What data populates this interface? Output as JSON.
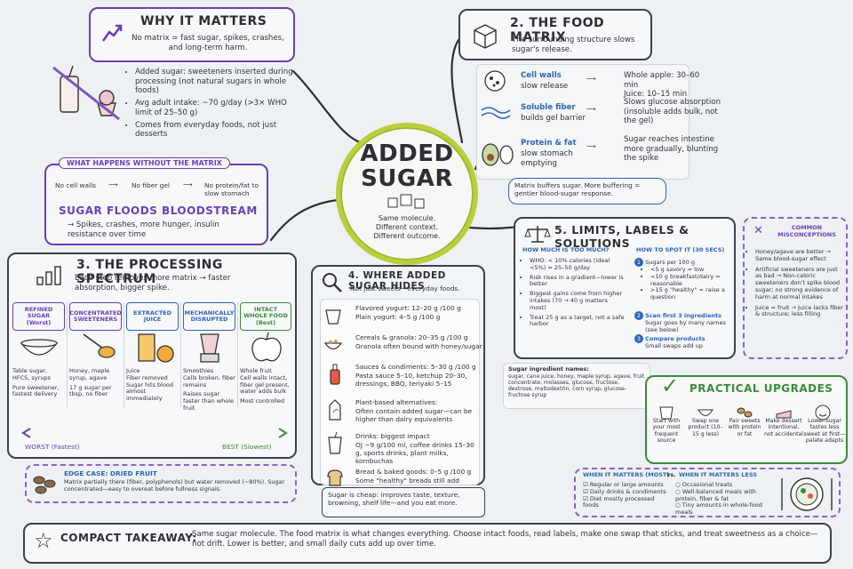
{
  "center": {
    "title_line1": "ADDED",
    "title_line2": "SUGAR",
    "sub1": "Same molecule.",
    "sub2": "Different context.",
    "sub3": "Different outcome."
  },
  "why": {
    "title": "WHY IT MATTERS",
    "lead": "No matrix = fast sugar, spikes, crashes, and long-term harm.",
    "bullets": [
      "Added sugar: sweeteners inserted during processing (not natural sugars in whole foods)",
      "Avg adult intake: ~70 g/day (>3× WHO limit of 25–50 g)",
      "Comes from everyday foods, not just desserts"
    ]
  },
  "without": {
    "title": "WHAT HAPPENS WITHOUT THE MATRIX",
    "steps": [
      "No cell walls",
      "No fiber gel",
      "No protein/fat to slow stomach"
    ],
    "flood": "SUGAR FLOODS BLOODSTREAM",
    "flood_sub": "→ Spikes, crashes, more hunger, insulin resistance over time"
  },
  "matrix": {
    "title": "2. THE FOOD MATRIX",
    "lead": "The surrounding structure slows sugar's release.",
    "rows": [
      {
        "name": "Cell walls",
        "desc": "slow release",
        "effect": "Whole apple: 30–60 min\nJuice: 10–15 min"
      },
      {
        "name": "Soluble fiber",
        "desc": "builds gel barrier",
        "effect": "Slows glucose absorption (insoluble adds bulk, not the gel)"
      },
      {
        "name": "Protein & fat",
        "desc": "slow stomach emptying",
        "effect": "Sugar reaches intestine more gradually, blunting the spike"
      }
    ],
    "buffer": "Matrix buffers sugar. More buffering = gentler blood-sugar response."
  },
  "processing": {
    "title": "3. THE PROCESSING SPECTRUM",
    "lead": "Each step removes more matrix → faster absorption, bigger spike.",
    "cols": [
      {
        "head": "REFINED SUGAR (Worst)",
        "l1": "Table sugar, HFCS, syrups",
        "l2": "Pure sweetener, fastest delivery"
      },
      {
        "head": "CONCENTRATED SWEETENERS",
        "l1": "Honey, maple syrup, agave",
        "l2": "17 g sugar per tbsp, no fiber"
      },
      {
        "head": "EXTRACTED JUICE",
        "l1": "Juice",
        "l2": "Fiber removed",
        "l3": "Sugar hits blood almost immediately"
      },
      {
        "head": "MECHANICALLY DISRUPTED",
        "l1": "Smoothies",
        "l2": "Cells broken, fiber remains",
        "l3": "Raises sugar faster than whole fruit"
      },
      {
        "head": "INTACT WHOLE FOOD (Best)",
        "l1": "Whole fruit",
        "l2": "Cell walls intact, fiber gel present, water adds bulk",
        "l3": "Most controlled"
      }
    ],
    "worst": "WORST (Fastest)",
    "best": "BEST (Slowest)"
  },
  "edge": {
    "title": "EDGE CASE: DRIED FRUIT",
    "text": "Matrix partially there (fiber, polyphenols) but water removed (~80%). Sugar concentrated—easy to overeat before fullness signals."
  },
  "hides": {
    "title": "4. WHERE ADDED SUGAR HIDES",
    "lead": "Not just sweets—everyday foods.",
    "items": [
      {
        "a": "Flavored yogurt: 12–20 g /100 g",
        "b": "Plain yogurt: 4–5 g /100 g"
      },
      {
        "a": "Cereals & granola: 20–35 g /100 g",
        "b": "Granola often bound with honey/sugar"
      },
      {
        "a": "Sauces & condiments: 5–30 g /100 g",
        "b": "Pasta sauce 5–10, ketchup 20–30, dressings, BBQ, teriyaki 5–15"
      },
      {
        "a": "Plant-based alternatives:",
        "b": "Often contain added sugar—can be higher than dairy equivalents"
      },
      {
        "a": "Drinks: biggest impact",
        "b": "OJ ~9 g/100 ml, coffee drinks 15–30 g, sports drinks, plant milks, kombuchas"
      },
      {
        "a": "Bread & baked goods: 0–5 g /100 g",
        "b": "Some \"healthy\" breads still add sugar"
      }
    ],
    "footer": "Sugar is cheap: improves taste, texture, browning, shelf life—and you eat more."
  },
  "limits": {
    "title": "5. LIMITS, LABELS & SOLUTIONS",
    "much_head": "HOW MUCH IS TOO MUCH?",
    "much": [
      "WHO: < 10% calories (ideal <5%) ≈ 25–50 g/day",
      "Risk rises in a gradient—lower is better",
      "Biggest gains come from higher intakes (70 → 40 g matters most)",
      "Treat 25 g as a target, not a safe harbor"
    ],
    "spot_head": "HOW TO SPOT IT (30 SECS)",
    "spot1": "Sugars per 100 g",
    "spot1_list": [
      "<5 g savory = low",
      "<10 g breakfast/dairy = reasonable",
      ">15 g \"healthy\" = raise a question"
    ],
    "spot2": "Scan first 3 ingredients",
    "spot2_sub": "Sugar goes by many names (see below)",
    "spot3": "Compare products",
    "spot3_sub": "Small swaps add up",
    "names_head": "Sugar ingredient names:",
    "names": "sugar, cane juice, honey, maple syrup, agave, fruit concentrate, molasses, glucose, fructose, dextrose, maltodextrin, corn syrup, glucose-fructose syrup"
  },
  "miscon": {
    "title": "COMMON MISCONCEPTIONS",
    "items": [
      "Honey/agave are better → Same blood-sugar effect",
      "Artificial sweeteners are just as bad → Non-caloric sweeteners don't spike blood sugar; no strong evidence of harm at normal intakes",
      "Juice = fruit → Juice lacks fiber & structure; less filling"
    ]
  },
  "upgrades": {
    "title": "PRACTICAL UPGRADES",
    "items": [
      "Start with your most frequent source",
      "Swap one product (10–15 g less)",
      "Pair sweets with protein or fat",
      "Make dessert intentional, not accidental",
      "Lower-sugar tastes less sweet at first—palate adapts"
    ]
  },
  "when": {
    "head_most": "WHEN IT MATTERS (MOST)",
    "vs": "vs.",
    "head_less": "WHEN IT MATTERS LESS",
    "most": [
      "Regular or large amounts",
      "Daily drinks & condiments",
      "Diet mostly processed foods"
    ],
    "less": [
      "Occasional treats",
      "Well-balanced meals with protein, fiber & fat",
      "Tiny amounts in whole-food meals"
    ]
  },
  "takeaway": {
    "title": "COMPACT TAKEAWAY:",
    "text": "Same sugar molecule. The food matrix is what changes everything. Choose intact foods, read labels, make one swap that sticks, and treat sweetness as a choice—not drift. Lower is better, and small daily cuts add up over time."
  }
}
